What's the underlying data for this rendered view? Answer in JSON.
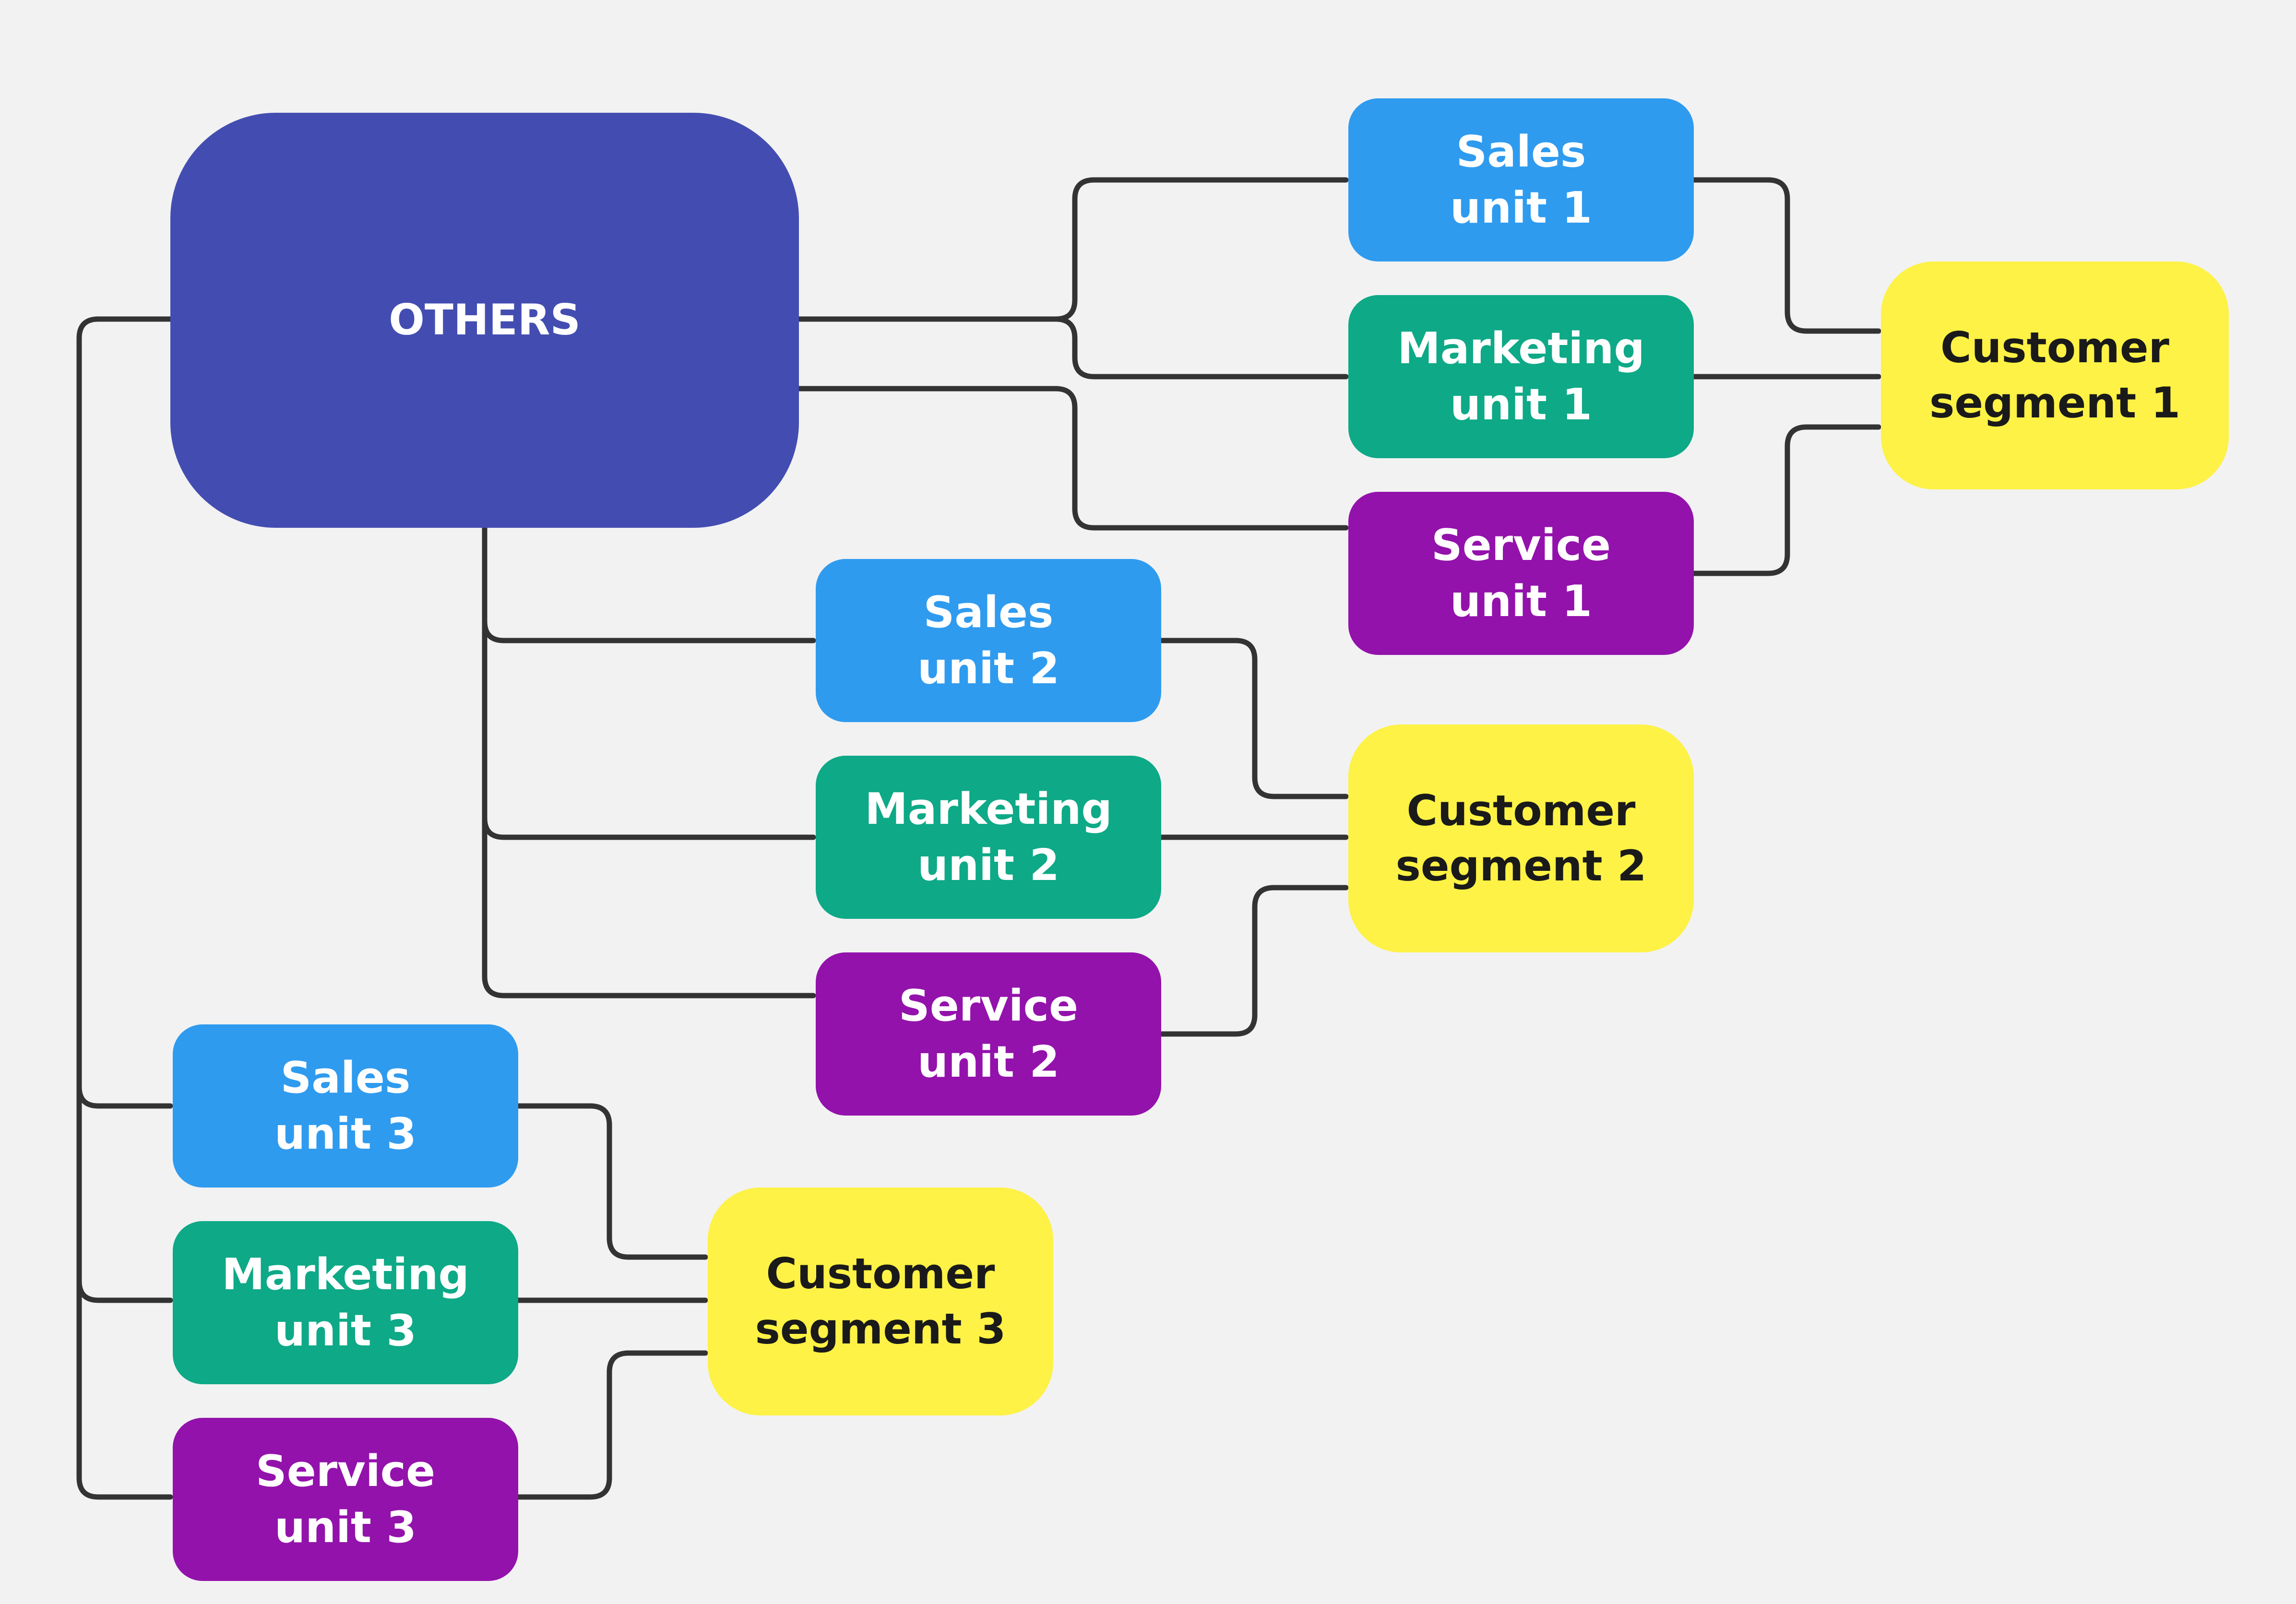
{
  "colors": {
    "background": "#f2f2f2",
    "root": "#434db1",
    "sales": "#2f9bef",
    "marketing": "#0ea987",
    "service": "#9312ab",
    "segment": "#fdf245",
    "connector": "#333333"
  },
  "root": {
    "label": "OTHERS"
  },
  "group1": {
    "sales": {
      "line1": "Sales",
      "line2": "unit 1"
    },
    "marketing": {
      "line1": "Marketing",
      "line2": "unit 1"
    },
    "service": {
      "line1": "Service",
      "line2": "unit 1"
    },
    "segment": {
      "line1": "Customer",
      "line2": "segment 1"
    }
  },
  "group2": {
    "sales": {
      "line1": "Sales",
      "line2": "unit 2"
    },
    "marketing": {
      "line1": "Marketing",
      "line2": "unit 2"
    },
    "service": {
      "line1": "Service",
      "line2": "unit 2"
    },
    "segment": {
      "line1": "Customer",
      "line2": "segment 2"
    }
  },
  "group3": {
    "sales": {
      "line1": "Sales",
      "line2": "unit 3"
    },
    "marketing": {
      "line1": "Marketing",
      "line2": "unit 3"
    },
    "service": {
      "line1": "Service",
      "line2": "unit 3"
    },
    "segment": {
      "line1": "Customer",
      "line2": "segment 3"
    }
  }
}
